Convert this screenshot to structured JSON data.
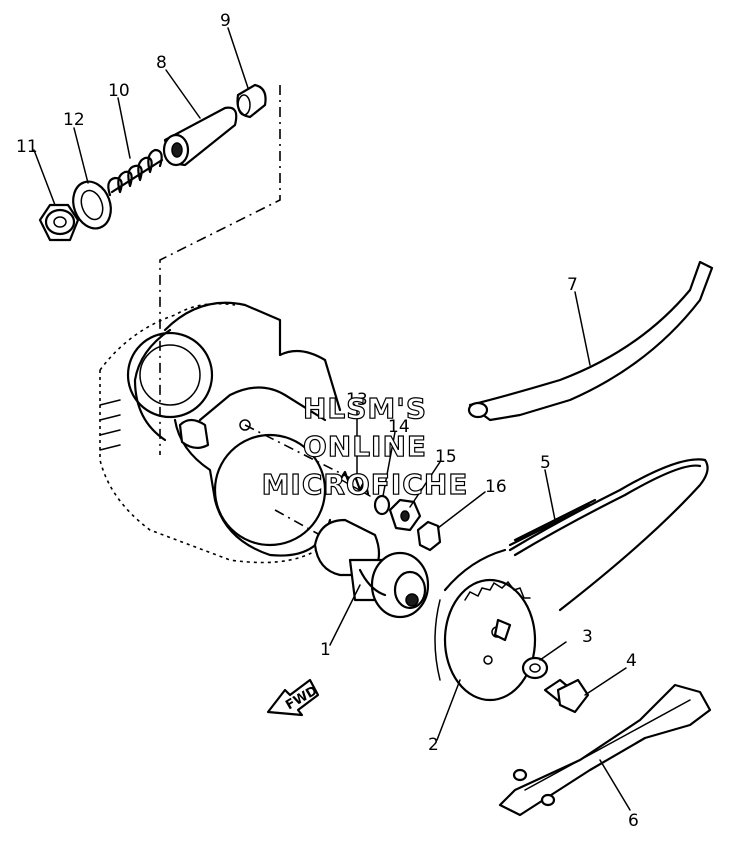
{
  "labels": {
    "p1": "1",
    "p2": "2",
    "p3": "3",
    "p4": "4",
    "p5": "5",
    "p6": "6",
    "p7": "7",
    "p8": "8",
    "p9": "9",
    "p10": "10",
    "p11": "11",
    "p12": "12",
    "p13": "13",
    "p14": "14",
    "p15": "15",
    "p16": "16"
  },
  "watermark": {
    "line1": "HLSM'S",
    "line2": "ONLINE",
    "line3": "MICROFICHE"
  },
  "direction_marker": "FWD"
}
